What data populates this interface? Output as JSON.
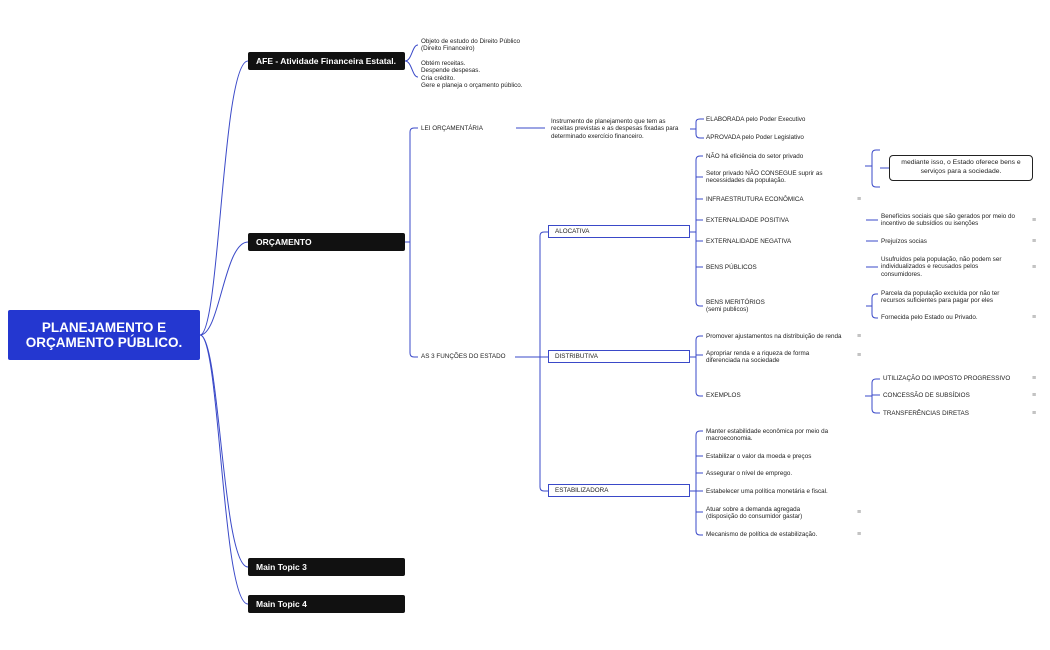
{
  "root": {
    "title_line1": "PLANEJAMENTO E",
    "title_line2": "ORÇAMENTO PÚBLICO."
  },
  "main_topics": {
    "afe": "AFE - Atividade Financeira Estatal.",
    "orcamento": "ORÇAMENTO",
    "topic3": "Main Topic 3",
    "topic4": "Main Topic 4"
  },
  "afe_details": {
    "line1": "Objeto de estudo do Direito Público",
    "line2": "(Direito Financeiro)",
    "line3": "Obtém receitas.",
    "line4": "Despende despesas.",
    "line5": "Cria crédito.",
    "line6": "Gere e planeja o orçamento público."
  },
  "lei": {
    "label": "LEI ORÇAMENTÁRIA",
    "desc_line1": "Instrumento de planejamento que tem as",
    "desc_line2": "receitas previstas e as despesas fixadas para",
    "desc_line3": "determinado exercício financeiro.",
    "elaborada": "ELABORADA pelo Poder Executivo",
    "aprovada": "APROVADA pelo Poder Legislativo"
  },
  "funcoes": {
    "label": "AS 3 FUNÇÕES DO ESTADO",
    "alocativa": {
      "label": "ALOCATIVA",
      "nao_eficiencia": "NÃO há eficiência do setor privado",
      "setor_line1": "Setor privado NÃO CONSEGUE suprir as",
      "setor_line2": "necessidades da população.",
      "callout_line1": "mediante isso, o Estado oferece bens e",
      "callout_line2": "serviços para a sociedade.",
      "infra": "INFRAESTRUTURA ECONÔMICA",
      "ext_pos": "EXTERNALIDADE POSITIVA",
      "ext_pos_desc1": "Benefícios sociais que são gerados por meio do",
      "ext_pos_desc2": "incentivo de subsídios ou isenções",
      "ext_neg": "EXTERNALIDADE NEGATIVA",
      "ext_neg_desc": "Prejuízos socias",
      "bens_pub": "BENS PÚBLICOS",
      "bens_pub_desc1": "Usufruídos pela população, não podem ser",
      "bens_pub_desc2": "individualizados e recusados pelos",
      "bens_pub_desc3": "consumidores.",
      "bens_mer1": "BENS MERITÓRIOS",
      "bens_mer2": "(semi publicos)",
      "bens_mer_desc1": "Parcela da população excluída por não ter",
      "bens_mer_desc2": "recursos suficientes para pagar por eles",
      "bens_mer_desc3": "Fornecida pelo Estado ou Privado."
    },
    "distributiva": {
      "label": "DISTRIBUTIVA",
      "item1": "Promover ajustamentos na distribuição de renda",
      "item2_line1": "Apropriar renda e a riqueza de forma",
      "item2_line2": "diferenciada na sociedade",
      "exemplos": "EXEMPLOS",
      "ex1": "UTILIZAÇÃO DO IMPOSTO PROGRESSIVO",
      "ex2": "CONCESSÃO DE SUBSÍDIOS",
      "ex3": "TRANSFERÊNCIAS DIRETAS"
    },
    "estabilizadora": {
      "label": "ESTABILIZADORA",
      "item1_line1": "Manter estabilidade econômica por meio da",
      "item1_line2": "macroeconomia.",
      "item2": "Estabilizar o valor da moeda e preços",
      "item3": "Assegurar o nível de emprego.",
      "item4": "Estabelecer uma política monetária e fiscal.",
      "item5_line1": "Atuar sobre a demanda agregada",
      "item5_line2": "(disposição do consumidor gastar)",
      "item6": "Mecanismo de política de estabilização."
    }
  },
  "colors": {
    "root": "#2437d0",
    "main": "#111111",
    "line": "#3a49c8"
  },
  "icons": {
    "note": "notes-icon"
  }
}
